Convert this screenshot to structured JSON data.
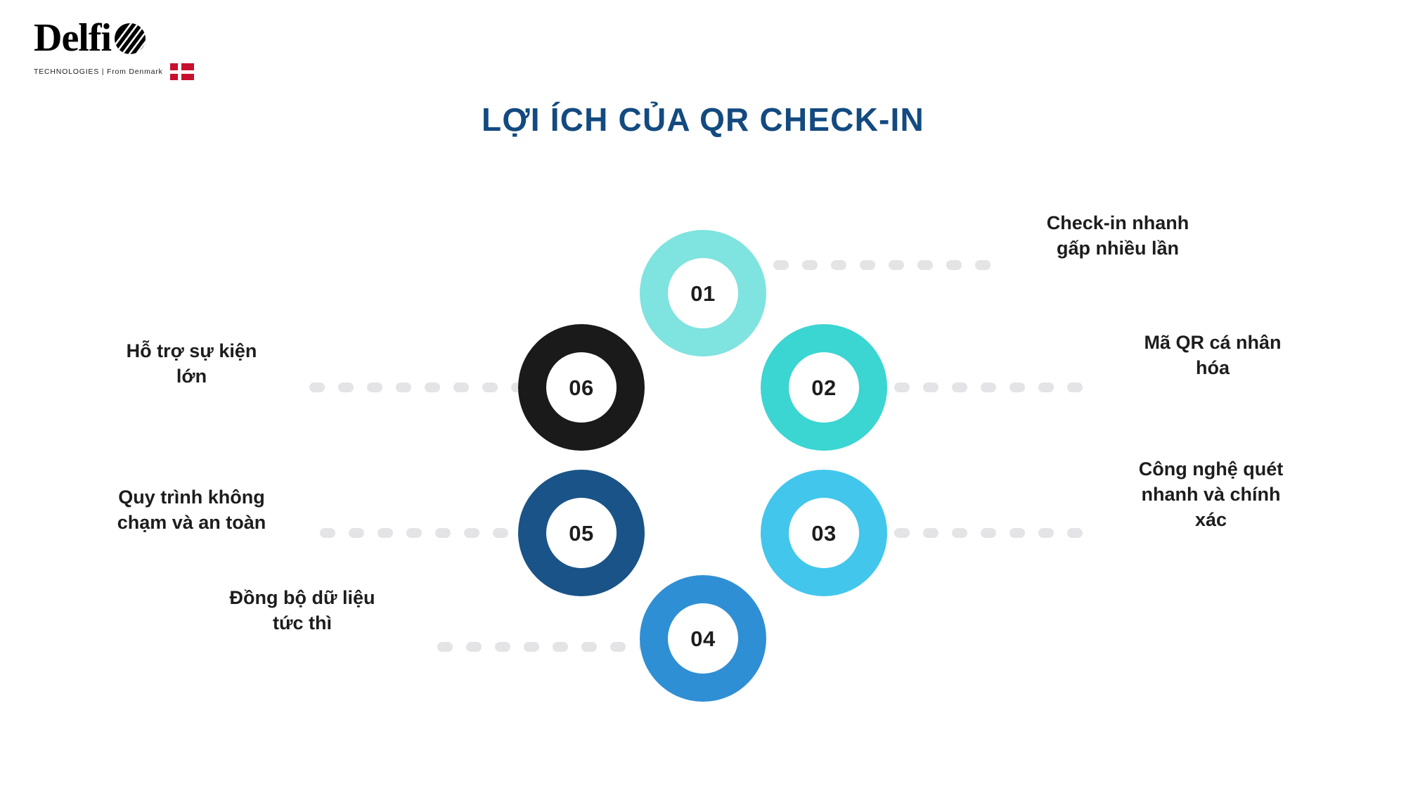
{
  "brand": {
    "wordmark": "Delfi",
    "tagline": "TECHNOLOGIES | From Denmark",
    "mark_name": "delfi-striped-sphere-icon",
    "flag_name": "denmark-flag-icon",
    "flag_color": "#C8102E"
  },
  "header": {
    "title": "LỢI ÍCH CỦA QR CHECK-IN",
    "title_color": "#134A80"
  },
  "diagram": {
    "type": "numbered-circle-infographic",
    "dot_color": "#E4E4E6",
    "steps": [
      {
        "number": "01",
        "label": "Check-in nhanh\ngấp nhiều lần",
        "label_line1": "Check-in nhanh",
        "label_line2": "gấp nhiều lần",
        "color": "#7FE3DF",
        "side": "right"
      },
      {
        "number": "02",
        "label": "Mã QR cá nhân hóa",
        "label_line1": "Mã QR cá nhân",
        "label_line2": "hóa",
        "color": "#3BD5D2",
        "side": "right"
      },
      {
        "number": "03",
        "label": "Công nghệ quét nhanh và chính xác",
        "label_line1": "Công nghệ quét",
        "label_line2": "nhanh và chính",
        "label_line3": "xác",
        "color": "#42C6EC",
        "side": "right"
      },
      {
        "number": "04",
        "label": "Đồng bộ dữ liệu tức thì",
        "label_line1": "Đồng bộ dữ liệu",
        "label_line2": "tức thì",
        "color": "#2F8FD4",
        "side": "left"
      },
      {
        "number": "05",
        "label": "Quy trình không chạm và an toàn",
        "label_line1": "Quy trình không",
        "label_line2": "chạm và an toàn",
        "color": "#1A5387",
        "side": "left"
      },
      {
        "number": "06",
        "label": "Hỗ trợ sự kiện lớn",
        "label_line1": "Hỗ trợ sự kiện",
        "label_line2": "lớn",
        "color": "#1A1A1A",
        "side": "left"
      }
    ]
  }
}
